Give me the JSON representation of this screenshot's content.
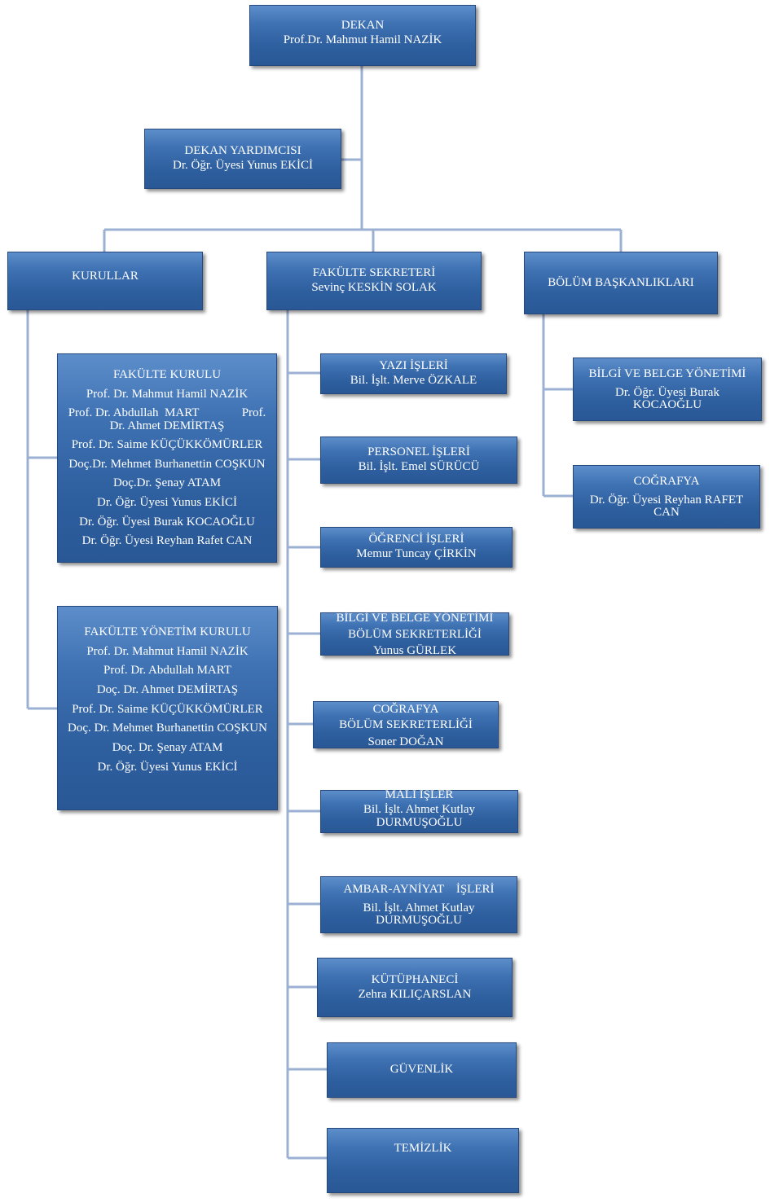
{
  "dekan": {
    "title": "DEKAN",
    "name": "Prof.Dr. Mahmut Hamil NAZİK"
  },
  "dekan_yardimcisi": {
    "title": "DEKAN YARDIMCISI",
    "name": "Dr. Öğr. Üyesi Yunus  EKİCİ"
  },
  "kurullar": {
    "title": "KURULLAR"
  },
  "fakulte_sekreteri": {
    "title": "FAKÜLTE  SEKRETERİ",
    "name": "Sevinç KESKİN SOLAK"
  },
  "bolum_baskanliklari": {
    "title": "BÖLÜM BAŞKANLIKLARI"
  },
  "fakulte_kurulu": {
    "title": "FAKÜLTE  KURULU",
    "members": [
      "Prof. Dr. Mahmut Hamil NAZİK",
      "Prof. Dr. Abdullah  MART              Prof. Dr. Ahmet DEMİRTAŞ",
      "Prof. Dr. Saime KÜÇÜKKÖMÜRLER",
      "Doç.Dr. Mehmet Burhanettin COŞKUN",
      "Doç.Dr. Şenay ATAM",
      "Dr. Öğr. Üyesi Yunus  EKİCİ",
      "Dr. Öğr. Üyesi Burak KOCAOĞLU",
      "Dr. Öğr. Üyesi Reyhan Rafet CAN"
    ]
  },
  "fakulte_yonetim_kurulu": {
    "title": "FAKÜLTE  YÖNETİM  KURULU",
    "members": [
      "Prof. Dr. Mahmut Hamil NAZİK",
      "Prof. Dr. Abdullah  MART",
      "Doç. Dr. Ahmet DEMİRTAŞ",
      "Prof. Dr. Saime KÜÇÜKKÖMÜRLER",
      "Doç. Dr. Mehmet Burhanettin COŞKUN",
      "Doç. Dr. Şenay ATAM",
      "Dr. Öğr. Üyesi Yunus  EKİCİ"
    ]
  },
  "sekreterlik": [
    {
      "title": "YAZI  İŞLERİ",
      "name": "Bil. İşlt. Merve ÖZKALE"
    },
    {
      "title": "PERSONEL  İŞLERİ",
      "name": "Bil. İşlt. Emel SÜRÜCÜ"
    },
    {
      "title": "ÖĞRENCİ  İŞLERİ",
      "name": "Memur Tuncay  ÇİRKİN"
    },
    {
      "title": "BİLGİ VE BELGE YÖNETİMİ",
      "subtitle": "BÖLÜM  SEKRETERLİĞİ",
      "name": "Yunus   GÜRLEK"
    },
    {
      "title": "COĞRAFYA",
      "subtitle": "BÖLÜM  SEKRETERLİĞİ",
      "name": "Soner DOĞAN"
    },
    {
      "title": "MALİ  İŞLER",
      "name": "Bil. İşlt. Ahmet Kutlay DURMUŞOĞLU"
    },
    {
      "title": "AMBAR-AYNİYAT    İŞLERİ",
      "name": "Bil. İşlt. Ahmet Kutlay DURMUŞOĞLU"
    },
    {
      "title": "KÜTÜPHANECİ",
      "name": "Zehra KILIÇARSLAN"
    },
    {
      "title": "GÜVENLİK"
    },
    {
      "title": "TEMİZLİK"
    }
  ],
  "bolumler": [
    {
      "title": "BİLGİ  VE  BELGE  YÖNETİMİ",
      "name": "Dr. Öğr. Üyesi Burak KOCAOĞLU"
    },
    {
      "title": "COĞRAFYA",
      "name": "Dr. Öğr. Üyesi Reyhan RAFET CAN"
    }
  ]
}
